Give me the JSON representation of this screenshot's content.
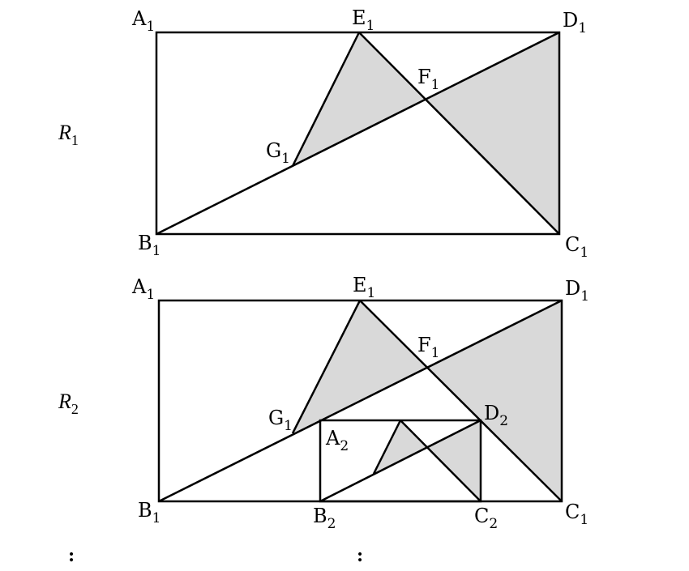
{
  "figure_r1": {
    "stage_label": {
      "letter": "R",
      "index": "1"
    },
    "points": {
      "A1": {
        "name": "A",
        "index": "1"
      },
      "E1": {
        "name": "E",
        "index": "1"
      },
      "D1": {
        "name": "D",
        "index": "1"
      },
      "F1": {
        "name": "F",
        "index": "1"
      },
      "G1": {
        "name": "G",
        "index": "1"
      },
      "B1": {
        "name": "B",
        "index": "1"
      },
      "C1": {
        "name": "C",
        "index": "1"
      }
    }
  },
  "figure_r2": {
    "stage_label": {
      "letter": "R",
      "index": "2"
    },
    "points": {
      "A1": {
        "name": "A",
        "index": "1"
      },
      "E1": {
        "name": "E",
        "index": "1"
      },
      "D1": {
        "name": "D",
        "index": "1"
      },
      "F1": {
        "name": "F",
        "index": "1"
      },
      "G1": {
        "name": "G",
        "index": "1"
      },
      "B1": {
        "name": "B",
        "index": "1"
      },
      "C1": {
        "name": "C",
        "index": "1"
      },
      "A2": {
        "name": "A",
        "index": "2"
      },
      "D2": {
        "name": "D",
        "index": "2"
      },
      "B2": {
        "name": "B",
        "index": "2"
      },
      "C2": {
        "name": "C",
        "index": "2"
      }
    }
  },
  "continuation": {
    "left": ":",
    "right": ":"
  },
  "colors": {
    "shade": "#d9d9d9",
    "line": "#000000"
  }
}
